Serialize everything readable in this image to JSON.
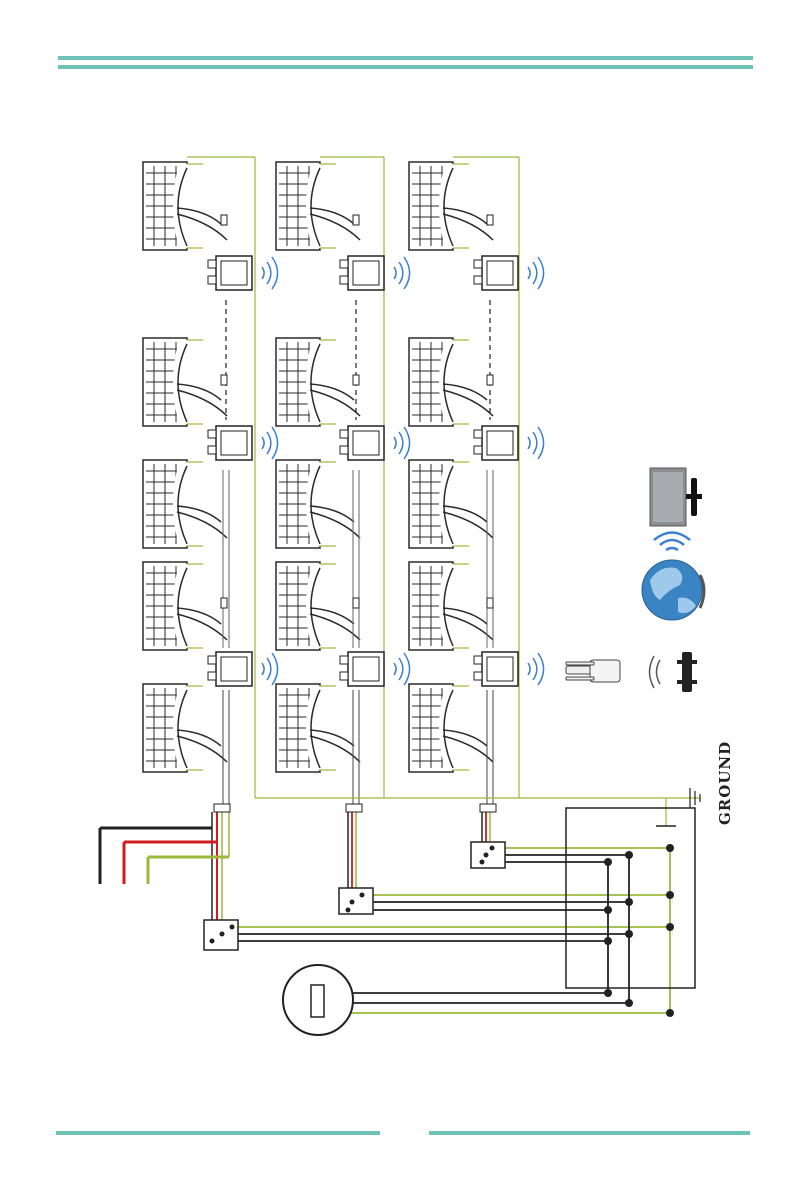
{
  "diagram": {
    "ground_label": "GROUND",
    "columns": 3,
    "inverters_per_column": 3,
    "colors": {
      "frame": "#6cc3b6",
      "ground_wire": "#9ab93a",
      "live_wire": "#d01c1c",
      "neutral_wire": "#1a1a1a",
      "signal": "#3a7fd0",
      "panel": "#2a2a2a"
    },
    "icons": [
      "solar-panel-icon",
      "microinverter-icon",
      "wireless-signal-icon",
      "wifi-router-icon",
      "globe-icon",
      "wifi-icon",
      "monitor-icon",
      "gateway-icon",
      "meter-icon",
      "distribution-box-icon"
    ]
  }
}
